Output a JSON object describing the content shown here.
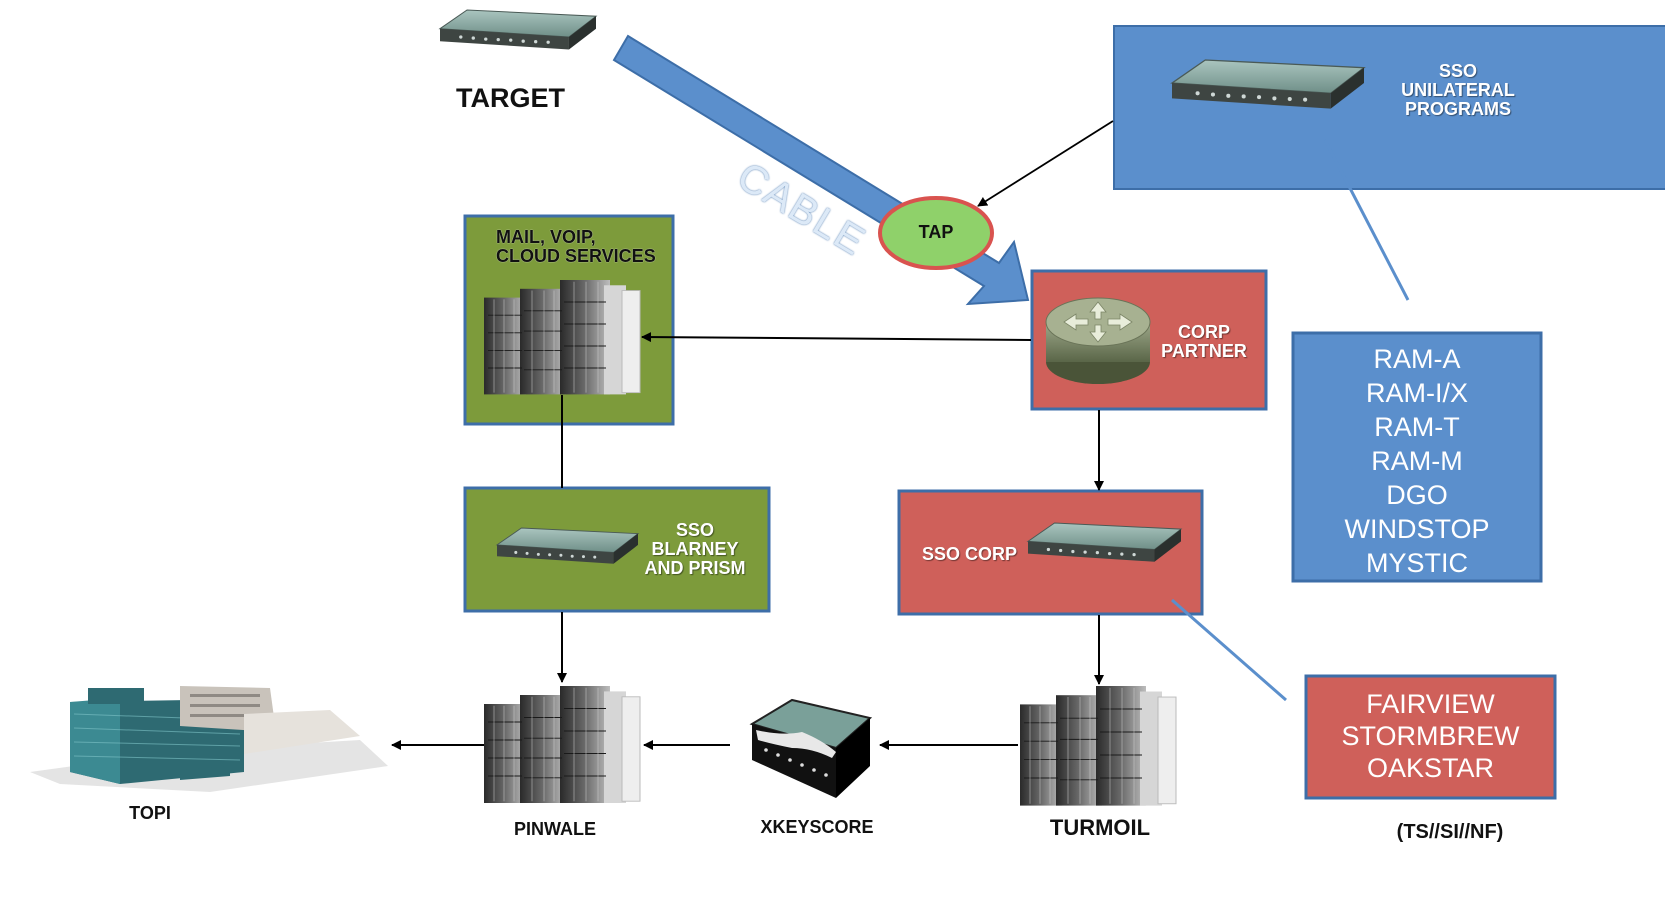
{
  "labels": {
    "target": "TARGET",
    "cable": "CABLE",
    "tap": "TAP",
    "sso_unilateral": "SSO\nUNILATERAL\nPROGRAMS",
    "mail_voip": "MAIL, VOIP,\nCLOUD SERVICES",
    "corp_partner": "CORP\nPARTNER",
    "sso_blarney": "SSO\nBLARNEY\nAND PRISM",
    "sso_corp": "SSO CORP",
    "topi": "TOPI",
    "pinwale": "PINWALE",
    "xkeyscore": "XKEYSCORE",
    "turmoil": "TURMOIL",
    "classification": "(TS//SI//NF)"
  },
  "unilateral_programs": [
    "RAM-A",
    "RAM-I/X",
    "RAM-T",
    "RAM-M",
    "DGO",
    "WINDSTOP",
    "MYSTIC"
  ],
  "corp_programs": [
    "FAIRVIEW",
    "STORMBREW",
    "OAKSTAR"
  ],
  "colors": {
    "blue_box": "#5b8fcc",
    "green_box": "#7d9b3b",
    "red_box": "#cf605a",
    "box_border": "#3d6ea8",
    "tap_fill": "#8fd16a",
    "tap_border": "#d9534f"
  },
  "icons": [
    "network-appliance-icon",
    "server-rack-icon",
    "router-icon",
    "building-icon"
  ]
}
